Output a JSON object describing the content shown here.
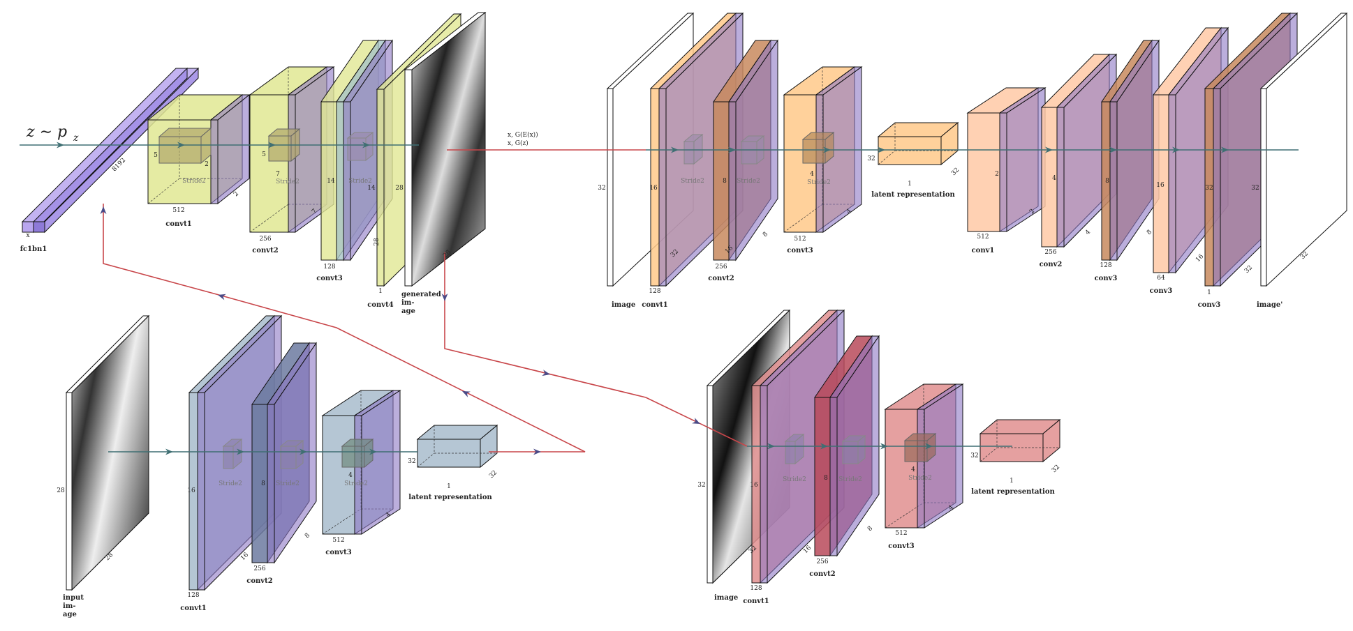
{
  "colors": {
    "flow_teal": "#3f6f73",
    "flow_red": "#c8464a",
    "arrow_purple": "#4a4a86",
    "fc": "#b9a6ef",
    "gen": "#e1e793",
    "enc_orange": "#ffc98a",
    "enc_peach": "#ffc9a6",
    "enc_blue": "#a8bccd",
    "enc_red": "#e08f8f",
    "overlay": "#8d78c5"
  },
  "formula": "z ∼ p",
  "formula_sub": "z",
  "fc": {
    "label": "fc1bn1",
    "x_label": "x",
    "depth": "8192"
  },
  "gen": {
    "convt1": {
      "label": "convt1",
      "w": "512",
      "h": "5",
      "d": "2",
      "inner": "Stride2",
      "k": "2"
    },
    "convt2": {
      "label": "convt2",
      "w": "256",
      "h": "7",
      "d": "7",
      "inner": "Stride2",
      "k": "5"
    },
    "convt3": {
      "label": "convt3",
      "w": "128",
      "h": "14",
      "d": "14",
      "inner": "Stride2"
    },
    "convt4": {
      "label": "convt4",
      "w": "1",
      "h": "28"
    },
    "image": {
      "label": [
        "generated",
        "im-",
        "age"
      ],
      "h": "28",
      "d": "28"
    }
  },
  "pair_label": [
    "x, G(E(x))",
    "x, G(z)"
  ],
  "disc_top": {
    "image": {
      "label": "image",
      "h": "32"
    },
    "convt1": {
      "label": "convt1",
      "w": "128",
      "h": "16",
      "d": "32",
      "inner": "Stride2"
    },
    "convt2": {
      "label": "convt2",
      "w": "256",
      "h": "8",
      "d": "16",
      "inner": "Stride2"
    },
    "convt3": {
      "label": "convt3",
      "w": "512",
      "h": "4",
      "d": "4",
      "inner": "Stride2",
      "d2": "8"
    },
    "latent": {
      "label": "latent representation",
      "h": "32",
      "w": "1",
      "d": "32"
    }
  },
  "dec_top": {
    "conv1": {
      "label": "conv1",
      "w": "512",
      "h": "2",
      "d": "2"
    },
    "conv2": {
      "label": "conv2",
      "w": "256",
      "h": "4",
      "d": "4"
    },
    "conv3a": {
      "label": "conv3",
      "w": "128",
      "h": "8",
      "d": "8"
    },
    "conv3b": {
      "label": "conv3",
      "w": "64",
      "h": "16",
      "d": "16"
    },
    "conv3c": {
      "label": "conv3",
      "w": "1",
      "h": "32",
      "d": "32"
    },
    "image": {
      "label": "image'",
      "h": "32",
      "d": "32"
    }
  },
  "enc_bottom": {
    "image": {
      "label": [
        "input",
        "im-",
        "age"
      ],
      "h": "28",
      "d": "28"
    },
    "convt1": {
      "label": "convt1",
      "w": "128",
      "h": "16",
      "inner": "Stride2"
    },
    "convt2": {
      "label": "convt2",
      "w": "256",
      "h": "8",
      "d": "16",
      "inner": "Stride2"
    },
    "convt3": {
      "label": "convt3",
      "w": "512",
      "h": "4",
      "d": "8",
      "inner": "Stride2",
      "d2": "4"
    },
    "latent": {
      "label": "latent representation",
      "h": "32",
      "w": "1",
      "d": "32"
    }
  },
  "enc_right": {
    "image": {
      "label": "image",
      "h": "32"
    },
    "convt1": {
      "label": "convt1",
      "w": "128",
      "h": "16",
      "d": "32",
      "inner": "Stride2"
    },
    "convt2": {
      "label": "convt2",
      "w": "256",
      "h": "8",
      "d": "16",
      "inner": "Stride2"
    },
    "convt3": {
      "label": "convt3",
      "w": "512",
      "h": "4",
      "d": "8",
      "inner": "Stride2",
      "d2": "4"
    },
    "latent": {
      "label": "latent representation",
      "h": "32",
      "w": "1",
      "d": "32"
    }
  }
}
